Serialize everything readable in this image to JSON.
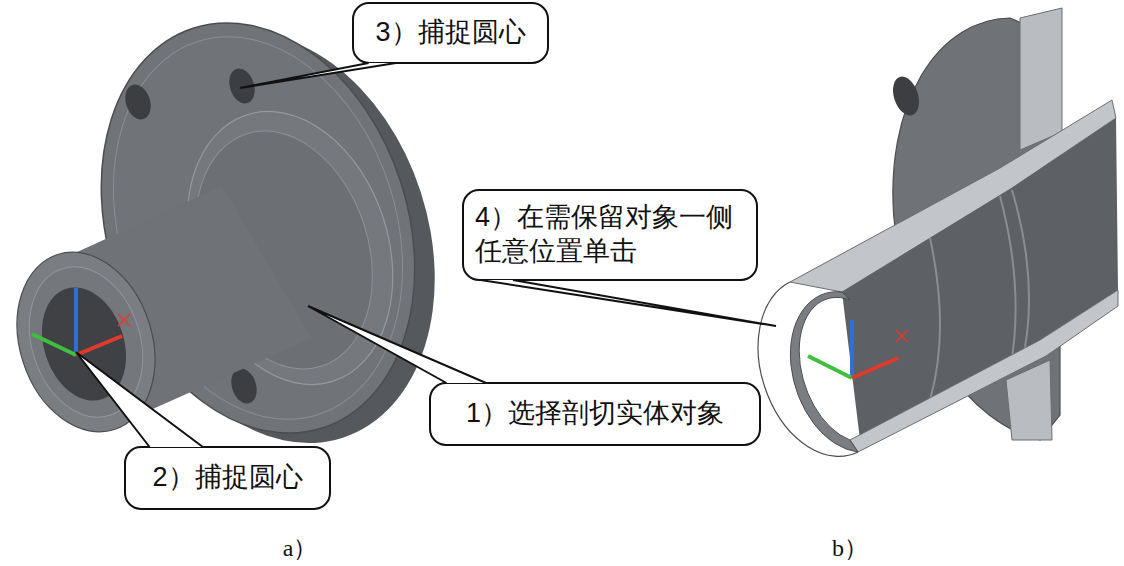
{
  "diagram": {
    "nodes": [
      {
        "text": [
          "3）捕捉圆心"
        ]
      },
      {
        "text": [
          "4）在需保留对象一侧任意位置单击"
        ]
      },
      {
        "text": [
          "1）选择剖切实体对象"
        ]
      },
      {
        "text": [
          "2）捕捉圆心"
        ]
      }
    ],
    "labels": [
      "a）",
      "b）"
    ]
  }
}
